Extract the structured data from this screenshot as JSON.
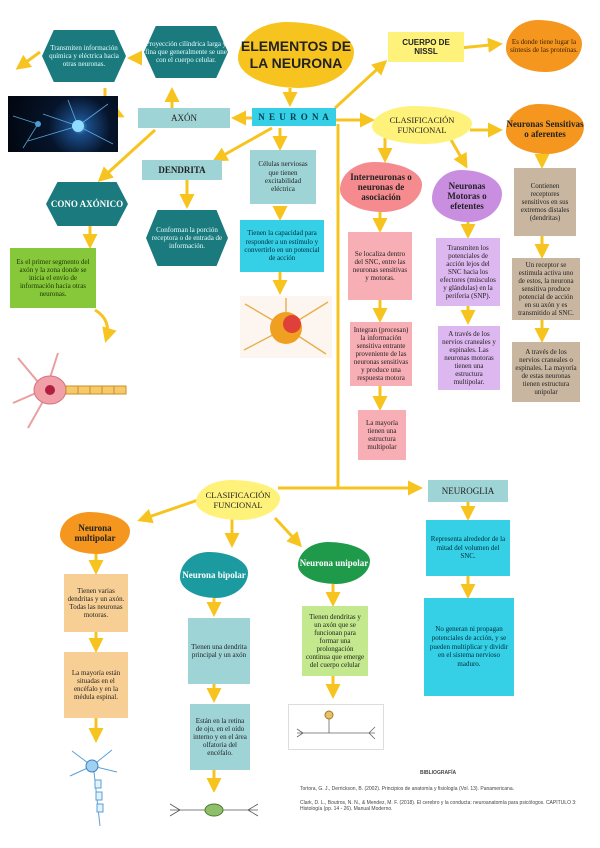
{
  "title": "ELEMENTOS DE LA NEURONA",
  "center": "N E U R O N A",
  "axon": {
    "label": "AXÓN",
    "desc": "Proyección cilíndrica larga y fina que generalmente se une con el cuerpo celular.",
    "transmit": "Transmiten información química y eléctrica hacia otras neuronas.",
    "cone_label": "CONO AXÓNICO",
    "cone_desc": "Es el primer segmento del axón y la zona donde se inicia el envío de información hacia otras neuronas."
  },
  "dendrita": {
    "label": "DENDRITA",
    "desc": "Conforman la porción receptora o de entrada de información."
  },
  "cells": {
    "desc": "Células nerviosas que tienen excitabilidad eléctrica",
    "capacity": "Tienen la capacidad para responder a un estímulo y convertirlo en un potencial de acción"
  },
  "cuerpo_nissl": {
    "label": "CUERPO DE NISSL",
    "desc": "Es donde tiene lugar la síntesis de las proteínas."
  },
  "clasif_funcional_top": {
    "label": "CLASIFICACIÓN FUNCIONAL",
    "interneuronas": {
      "label": "Interneuronas o neuronas de asociación",
      "d1": "Se localiza dentro del SNC, entre las neuronas sensitivas y motoras.",
      "d2": "Integran (procesan) la información sensitiva entrante proveniente de las neuronas sensitivas y produce una respuesta motora",
      "d3": "La mayoría tienen una estructura multipolar"
    },
    "motoras": {
      "label": "Neuronas Motoras o efetentes",
      "d1": "Transmiten los potenciales de acción lejos del SNC hacia los efectores (músculos y glándulas) en la periferia (SNP).",
      "d2": "A través de los nervios craneales y espinales. Las neuronas motoras tienen una estructura multipolar."
    },
    "sensitivas": {
      "label": "Neuronas Sensitivas o aferentes",
      "d1": "Contienen receptores sensitivos en sus extremos distales (dendritas)",
      "d2": "Un receptor se estimula activa uno de estos, la neurona sensitiva produce potencial de acción en su axón y es transmitido al SNC.",
      "d3": "A través de los nervios craneales o espinales. La mayoría de estas neuronas tienen estructura unipolar"
    }
  },
  "clasif_funcional_bottom": {
    "label": "CLASIFICACIÓN FUNCIONAL",
    "multipolar": {
      "label": "Neurona multipolar",
      "d1": "Tienen varias dendritas y un axón. Todas las neuronas motoras.",
      "d2": "La mayoría están situadas en el encéfalo y en la médula espinal."
    },
    "bipolar": {
      "label": "Neurona bipolar",
      "d1": "Tienen una dendrita principal y un axón",
      "d2": "Están en la retina de ojo, en el oído interno y en el área olfatoria del encéfalo."
    },
    "unipolar": {
      "label": "Neurona unipolar",
      "d1": "Tienen dendritas y un axón que se funcionan para formar una prolongación continua que emerge del cuerpo celular"
    }
  },
  "neuroglia": {
    "label": "NEUROGLIA",
    "d1": "Representa alrededor de la mitad del volumen del SNC.",
    "d2": "No generan ni propagan potenciales de acción, y se pueden multiplicar y dividir en el sistema nervioso maduro."
  },
  "bibliografia": {
    "heading": "BIBLIOGRAFÍA",
    "ref1": "Tortora, G. J., Derrickson, B. (2002). Principios de anatomía y fisiología (Vol. 13). Panamericana.",
    "ref2": "Clark, D. L., Boutros, N. N., & Mendez, M. F. (2018). El cerebro y la conducta: neuroanatomía para psicólogos. CAPITULO 3: Histología (pp. 14 - 26). Manual Moderno."
  },
  "colors": {
    "yellow": "#f7c41f",
    "teal_dark": "#1b7a7d",
    "teal_light": "#9fd4d6",
    "cyan": "#35d0e6",
    "orange": "#f5961e",
    "peach": "#f7cf95",
    "pink": "#f58a8f",
    "pink_light": "#f7aeb4",
    "purple": "#c98ee0",
    "purple_light": "#ddb7ef",
    "tan": "#c8b6a0",
    "green": "#7ac842",
    "green_light": "#c3e88d"
  }
}
